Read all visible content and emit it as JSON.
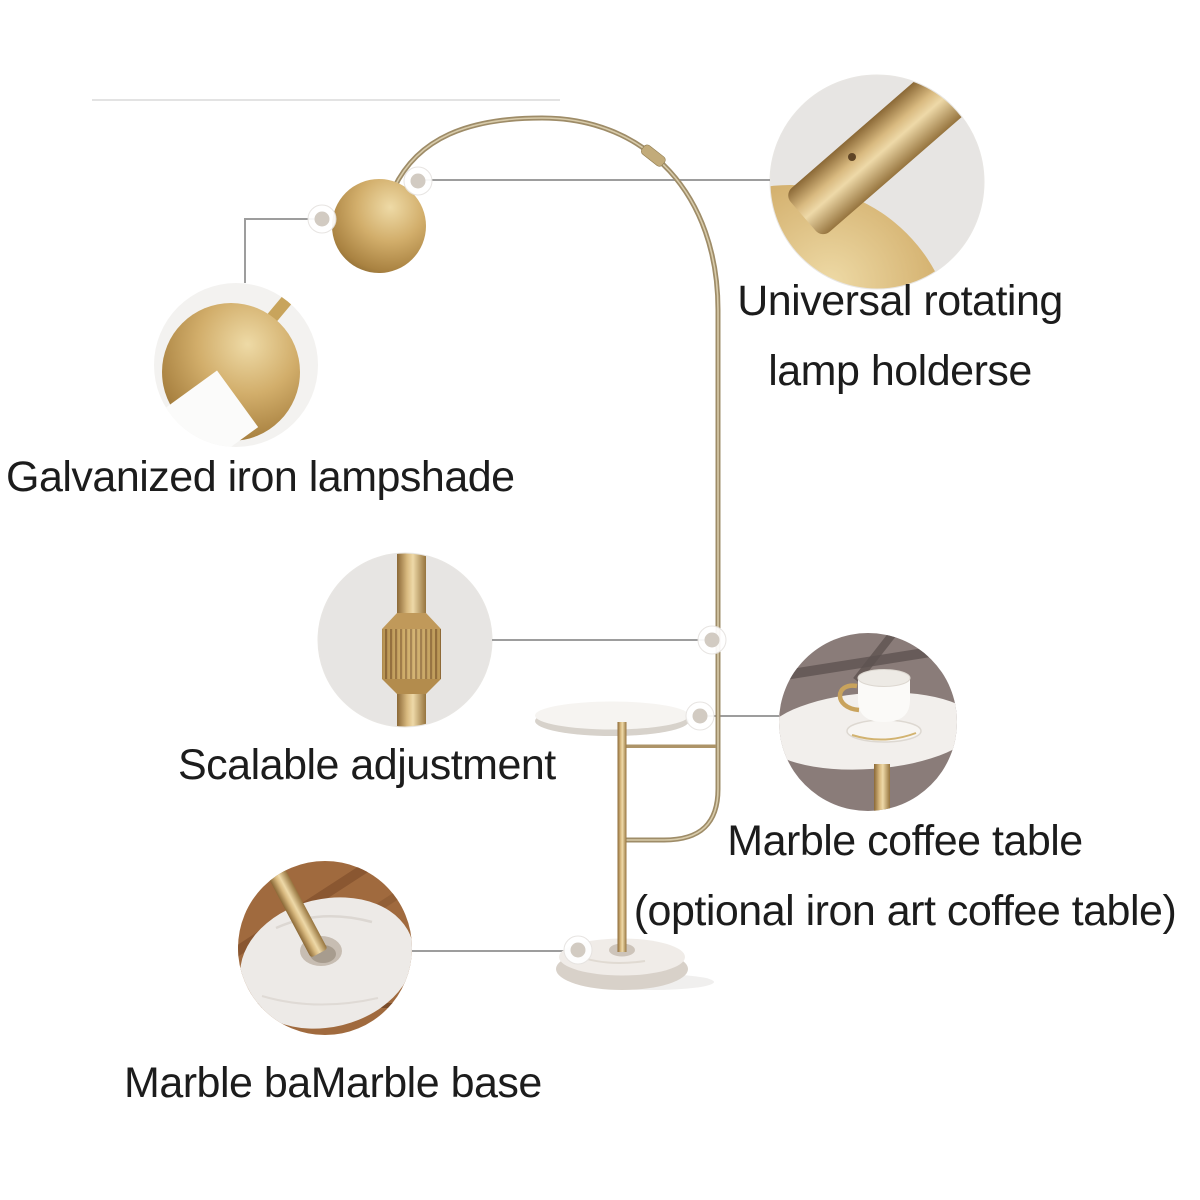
{
  "annotations": {
    "lamp_holder": {
      "lines": [
        "Universal rotating",
        "lamp holderse"
      ]
    },
    "lampshade": {
      "text": "Galvanized iron lampshade"
    },
    "adjustment": {
      "text": "Scalable adjustment"
    },
    "coffee_table": {
      "lines": [
        "Marble coffee table",
        "(optional iron art coffee table)"
      ]
    },
    "base": {
      "text": "Marble baMarble base"
    }
  },
  "colors": {
    "background": "#ffffff",
    "text": "#1c1c1c",
    "callout_line": "#9d9d9d",
    "marker_fill": "#ffffff",
    "marker_dot": "#d2cbc2",
    "brass_dark": "#8a6836",
    "brass_mid": "#c9a55e",
    "brass_light": "#eed9a8",
    "arch_stroke": "#9e8c68",
    "marble_light": "#f2efec",
    "marble_shadow": "#d8d1c9",
    "fabric_gray": "#8a7c79",
    "wood_brown": "#a06a3e",
    "closeup_bg_gray": "#e7e5e3"
  }
}
